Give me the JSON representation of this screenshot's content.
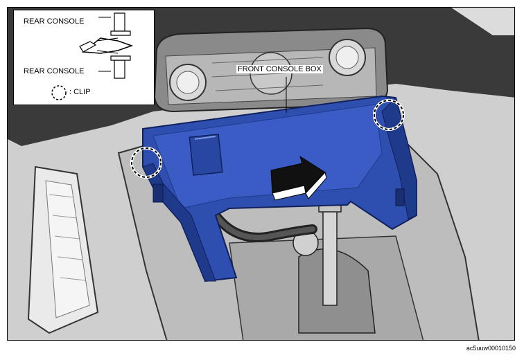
{
  "figure": {
    "id_text": "ac5uuw00010150",
    "inset": {
      "rear_console_top": "REAR CONSOLE",
      "rear_console_bottom": "REAR CONSOLE",
      "clip_legend": ": CLIP"
    },
    "callouts": {
      "front_console_box": "FRONT CONSOLE BOX"
    },
    "colors": {
      "panel_blue": "#2f4fb0",
      "panel_blue_dark": "#1f3a8a",
      "housing_gray": "#bdbdbd",
      "trim_dark": "#3a3a3a",
      "background_white": "#ffffff"
    },
    "icons": [
      "clip-icon",
      "removal-arrow-icon"
    ]
  }
}
